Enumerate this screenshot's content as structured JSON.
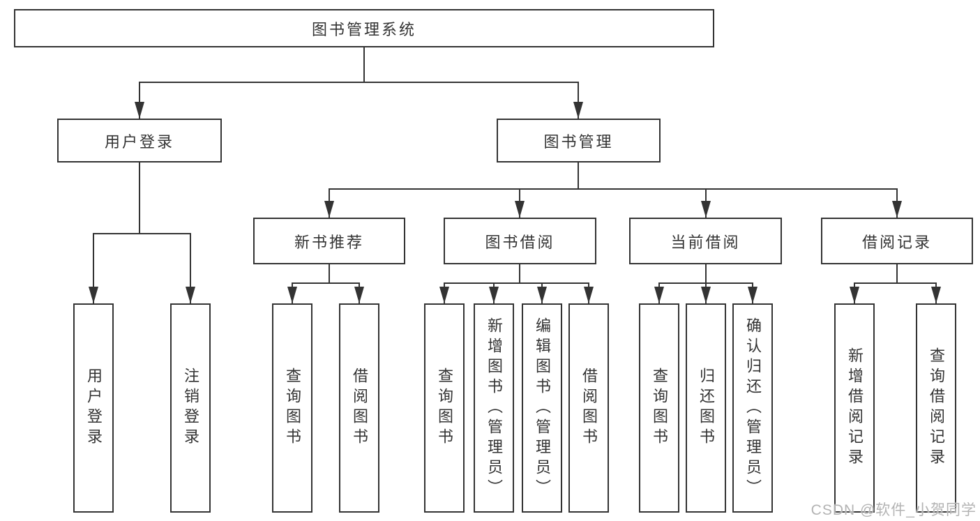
{
  "nodes": {
    "root": "图书管理系统",
    "level2": [
      "用户登录",
      "图书管理"
    ],
    "level3": [
      "新书推荐",
      "图书借阅",
      "当前借阅",
      "借阅记录"
    ],
    "leaves": {
      "user_login": [
        "用户登录",
        "注销登录"
      ],
      "new_book_recommend": [
        "查询图书",
        "借阅图书"
      ],
      "book_borrow": [
        "查询图书",
        "新增图书（管理员）",
        "编辑图书（管理员）",
        "借阅图书"
      ],
      "current_borrow": [
        "查询图书",
        "归还图书",
        "确认归还（管理员）"
      ],
      "borrow_records": [
        "新增借阅记录",
        "查询借阅记录"
      ]
    }
  },
  "watermark": {
    "text": "CSDN @软件_小贺同学"
  },
  "colors": {
    "line": "#333333",
    "box_border": "#333333",
    "text": "#333333",
    "watermark": "#b3b3b3",
    "background": "#ffffff"
  }
}
